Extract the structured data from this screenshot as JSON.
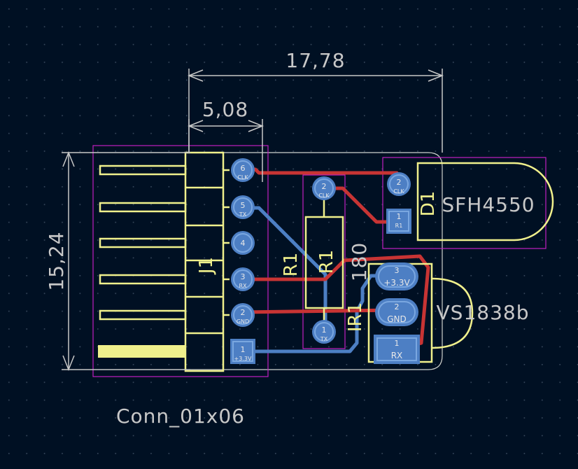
{
  "dimensions": {
    "total_width": "17,78",
    "connector_width": "5,08",
    "height": "15,24"
  },
  "components": {
    "j1": {
      "ref": "J1",
      "value": "Conn_01x06"
    },
    "r1": {
      "ref": "R1",
      "ref_fab": "R1",
      "value": "180"
    },
    "d1": {
      "ref": "D1",
      "value": "SFH4550"
    },
    "ir1": {
      "ref": "IR1",
      "value": "VS1838b"
    }
  },
  "pads": {
    "j1": [
      {
        "num": "6",
        "net": "CLK"
      },
      {
        "num": "5",
        "net": "TX"
      },
      {
        "num": "4",
        "net": ""
      },
      {
        "num": "3",
        "net": "RX"
      },
      {
        "num": "2",
        "net": "GND"
      },
      {
        "num": "1",
        "net": "+3.3V"
      }
    ],
    "r1": [
      {
        "num": "2",
        "net": "CLK"
      },
      {
        "num": "1",
        "net": "TX"
      }
    ],
    "d1": [
      {
        "num": "2",
        "net": "CLK"
      },
      {
        "num": "1",
        "net": "R1"
      }
    ],
    "ir1": [
      {
        "num": "3",
        "net": "+3.3V"
      },
      {
        "num": "2",
        "net": "GND"
      },
      {
        "num": "1",
        "net": "RX"
      }
    ]
  },
  "colors": {
    "background": "#001023",
    "grid": "#3a4a5e",
    "front_copper": "#c83434",
    "back_copper": "#4d7fc4",
    "silkscreen": "#f0f08c",
    "courtyard": "#c020c0",
    "edge_cuts": "#d0d2cd",
    "dimension": "#c8c8c8"
  }
}
